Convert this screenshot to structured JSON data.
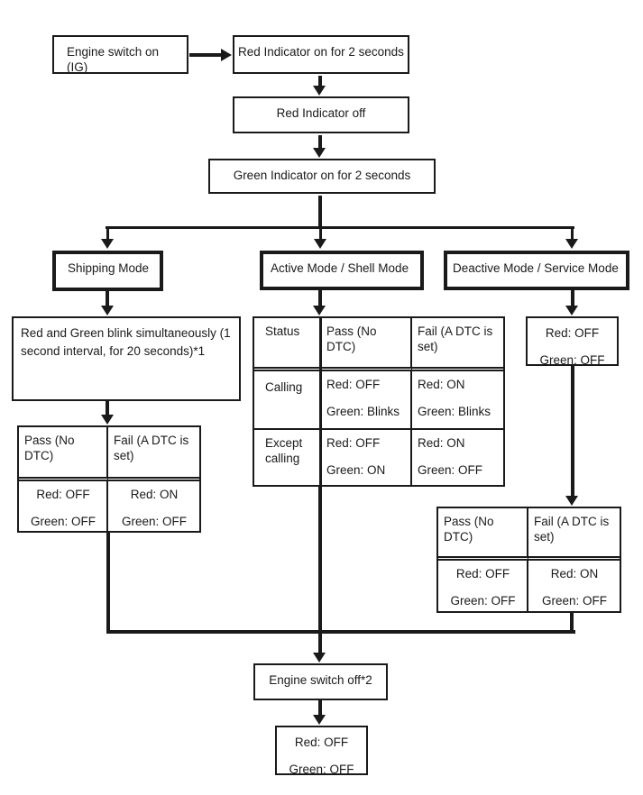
{
  "flow": {
    "engine_on": "Engine switch on (IG)",
    "red_on": "Red Indicator on for 2 seconds",
    "red_off": "Red Indicator off",
    "green_on": "Green Indicator on for 2 seconds",
    "blink": "Red and Green blink simultaneously (1 second interval, for 20 seconds)*1",
    "engine_off": "Engine switch off*2"
  },
  "modes": {
    "shipping": "Shipping Mode",
    "active": "Active Mode / Shell Mode",
    "deactive": "Deactive Mode / Service Mode"
  },
  "states": {
    "deactive_entry": [
      "Red: OFF",
      "Green: OFF"
    ],
    "final": [
      "Red: OFF",
      "Green: OFF"
    ]
  },
  "tables": {
    "shipping": {
      "headers": [
        "Pass (No DTC)",
        "Fail (A DTC is set)"
      ],
      "pass": [
        "Red: OFF",
        "Green: OFF"
      ],
      "fail": [
        "Red: ON",
        "Green: OFF"
      ]
    },
    "active": {
      "headers": [
        "Status",
        "Pass (No DTC)",
        "Fail (A DTC is set)"
      ],
      "rows": [
        {
          "label": "Calling",
          "pass": [
            "Red: OFF",
            "Green: Blinks"
          ],
          "fail": [
            "Red: ON",
            "Green: Blinks"
          ]
        },
        {
          "label": "Except calling",
          "pass": [
            "Red: OFF",
            "Green: ON"
          ],
          "fail": [
            "Red: ON",
            "Green: OFF"
          ]
        }
      ]
    },
    "deactive": {
      "headers": [
        "Pass (No DTC)",
        "Fail (A DTC is set)"
      ],
      "pass": [
        "Red: OFF",
        "Green: OFF"
      ],
      "fail": [
        "Red: ON",
        "Green: OFF"
      ]
    }
  },
  "colors": {
    "ink": "#1a1a1a",
    "background": "#ffffff"
  }
}
